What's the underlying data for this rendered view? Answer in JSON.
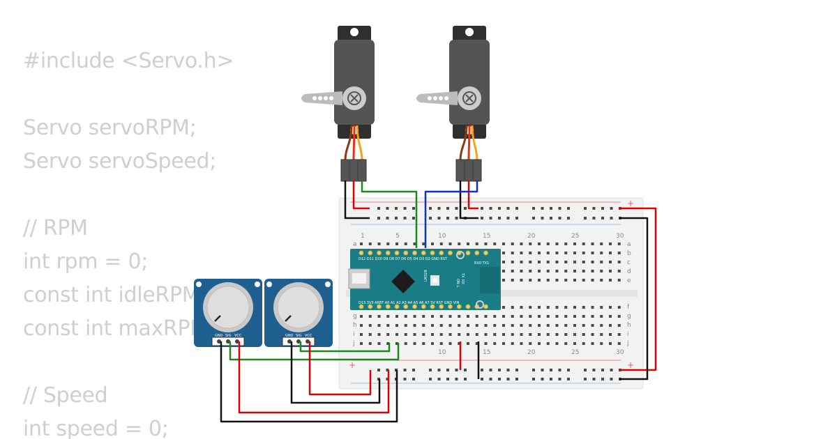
{
  "code": {
    "lines": [
      "#include <Servo.h>",
      "",
      "Servo servoRPM;",
      "Servo servoSpeed;",
      "",
      "// RPM",
      "int rpm = 0;",
      "const int idleRPM",
      "const int maxRPM",
      "",
      "// Speed",
      "int speed = 0;"
    ]
  },
  "breadboard": {
    "columns_top": [
      "1",
      "5",
      "10",
      "15",
      "20",
      "25",
      "30"
    ],
    "columns_bottom": [
      "10",
      "15",
      "20",
      "25",
      "30"
    ],
    "rows_left": [
      "a",
      "g",
      "h",
      "i",
      "j"
    ],
    "rows_right": [
      "a",
      "b",
      "c",
      "d",
      "e",
      "f",
      "g",
      "h",
      "i",
      "j"
    ],
    "plus_label": "+"
  },
  "nano": {
    "top_pins": "D12 D11 D10  D9   D8   D7   D6  D5   D4  D3   D2  GND RST",
    "rx_tx": "RX0 TX1",
    "bottom_pins": "D13 3V3 AREF A0   A1   A2   A3   A4   A5   A6   A7   5V  RST GND VIN",
    "chip_label": "LM328",
    "side_labels": [
      "TX",
      "RX",
      "ON",
      "L"
    ]
  },
  "potentiometers": [
    {
      "pins": [
        "GND",
        "SIG",
        "VCC"
      ]
    },
    {
      "pins": [
        "GND",
        "SIG",
        "VCC"
      ]
    }
  ],
  "colors": {
    "code_text": "#cfcfcf",
    "wire_red": "#dd0000",
    "wire_black": "#111111",
    "wire_green": "#1a8a1a",
    "wire_blue": "#1030d0",
    "nano_body": "#1a7d86",
    "pot_body": "#1e5f8f",
    "servo_body": "#545454",
    "breadboard": "#f1f1f1"
  },
  "icons": [
    "servo-motor",
    "potentiometer",
    "arduino-nano",
    "breadboard"
  ]
}
